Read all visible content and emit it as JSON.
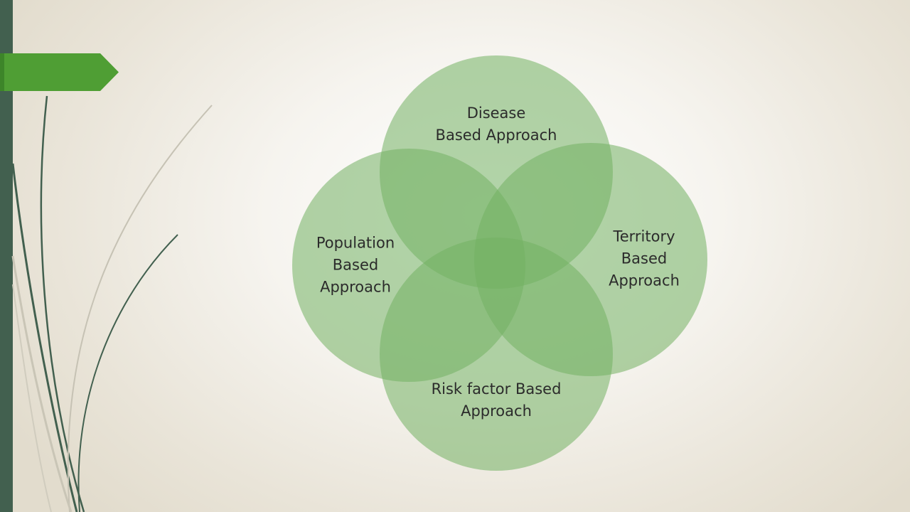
{
  "diagram": {
    "circles": [
      {
        "id": "disease",
        "label": "Disease\nBased Approach"
      },
      {
        "id": "territory",
        "label": "Territory\nBased\nApproach"
      },
      {
        "id": "risk",
        "label": "Risk factor Based\nApproach"
      },
      {
        "id": "population",
        "label": "Population\nBased\nApproach"
      }
    ],
    "fill_color": "#73b162",
    "label_color": "#2b2b2b"
  },
  "theme": {
    "accent": "#4f9e34",
    "sidebar": "#42604f"
  }
}
